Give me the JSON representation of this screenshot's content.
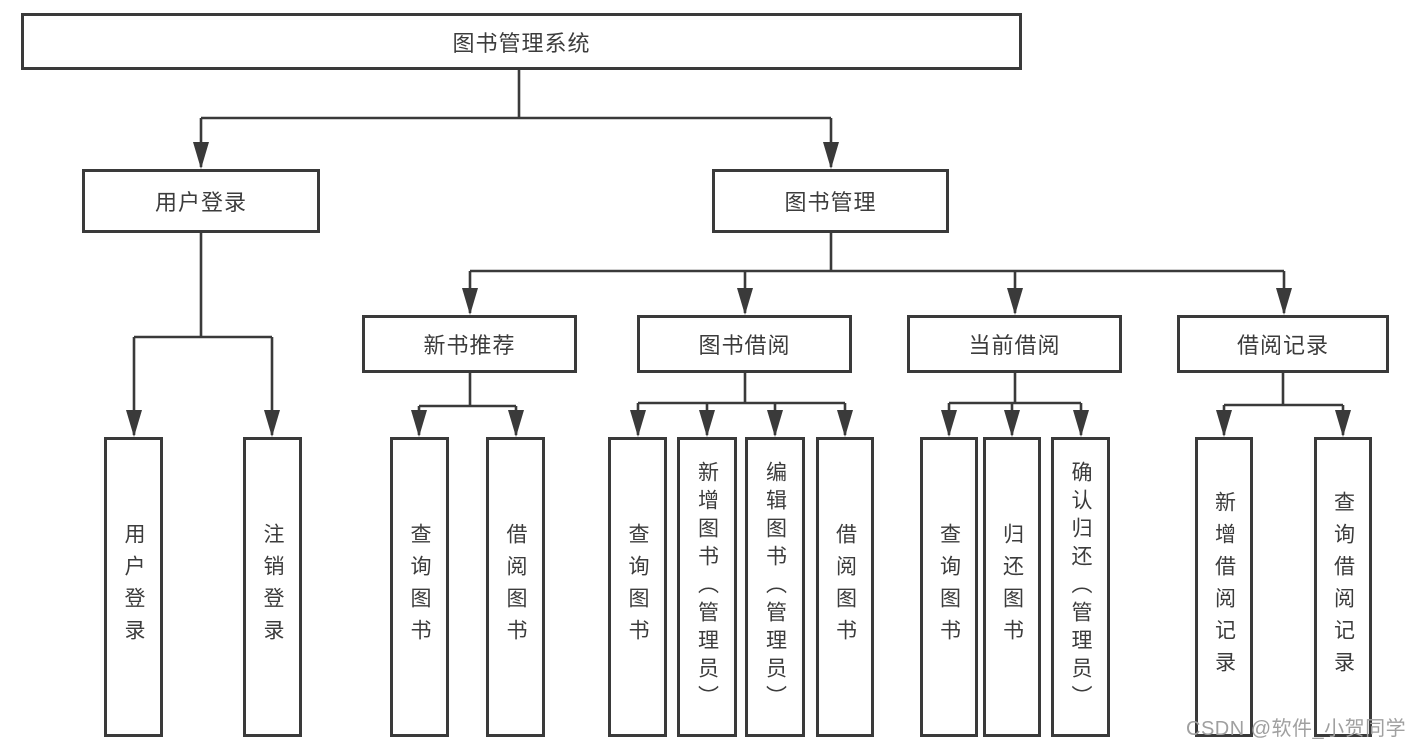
{
  "styles": {
    "background": "#ffffff",
    "line_color": "#3a3a3a",
    "box_border_color": "#3a3a3a",
    "text_color": "#3c3c3c",
    "watermark_color": "#a0a0a0"
  },
  "root": {
    "label": "图书管理系统"
  },
  "branches": [
    {
      "label": "用户登录",
      "children": [
        {
          "label": "用户登录"
        },
        {
          "label": "注销登录"
        }
      ]
    },
    {
      "label": "图书管理",
      "sections": [
        {
          "label": "新书推荐",
          "children": [
            {
              "label": "查询图书"
            },
            {
              "label": "借阅图书"
            }
          ]
        },
        {
          "label": "图书借阅",
          "children": [
            {
              "label": "查询图书"
            },
            {
              "label": "新增图书（管理员）"
            },
            {
              "label": "编辑图书（管理员）"
            },
            {
              "label": "借阅图书"
            }
          ]
        },
        {
          "label": "当前借阅",
          "children": [
            {
              "label": "查询图书"
            },
            {
              "label": "归还图书"
            },
            {
              "label": "确认归还（管理员）"
            }
          ]
        },
        {
          "label": "借阅记录",
          "children": [
            {
              "label": "新增借阅记录"
            },
            {
              "label": "查询借阅记录"
            }
          ]
        }
      ]
    }
  ],
  "watermark": "CSDN @软件_小贺同学"
}
